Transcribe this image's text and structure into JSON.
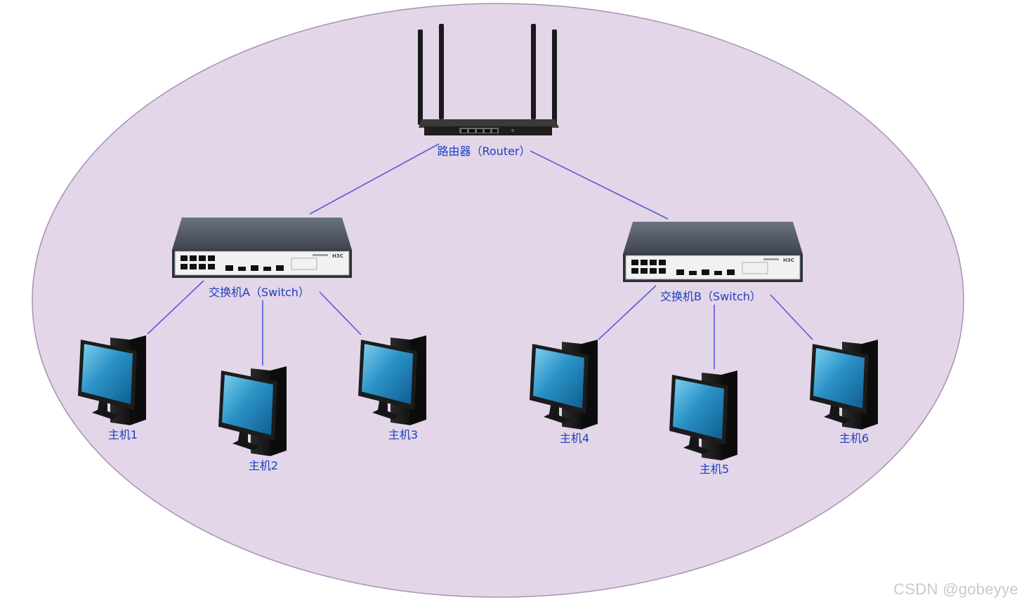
{
  "diagram": {
    "colors": {
      "network_fill": "#e2d6e8",
      "network_border": "#a890b4",
      "link": "#5a5ad8",
      "label": "#1f3fbf"
    },
    "router": {
      "label": "路由器（Router）",
      "icon": "wifi-router-icon"
    },
    "switches": [
      {
        "id": "switch-a",
        "label": "交换机A（Switch）",
        "icon": "network-switch-icon",
        "brand": "H3C"
      },
      {
        "id": "switch-b",
        "label": "交换机B（Switch）",
        "icon": "network-switch-icon",
        "brand": "H3C"
      }
    ],
    "hosts": [
      {
        "id": "host-1",
        "label": "主机1",
        "switch": "switch-a",
        "icon": "desktop-computer-icon"
      },
      {
        "id": "host-2",
        "label": "主机2",
        "switch": "switch-a",
        "icon": "desktop-computer-icon"
      },
      {
        "id": "host-3",
        "label": "主机3",
        "switch": "switch-a",
        "icon": "desktop-computer-icon"
      },
      {
        "id": "host-4",
        "label": "主机4",
        "switch": "switch-b",
        "icon": "desktop-computer-icon"
      },
      {
        "id": "host-5",
        "label": "主机5",
        "switch": "switch-b",
        "icon": "desktop-computer-icon"
      },
      {
        "id": "host-6",
        "label": "主机6",
        "switch": "switch-b",
        "icon": "desktop-computer-icon"
      }
    ],
    "connections": [
      {
        "from": "router",
        "to": "switch-a"
      },
      {
        "from": "router",
        "to": "switch-b"
      },
      {
        "from": "switch-a",
        "to": "host-1"
      },
      {
        "from": "switch-a",
        "to": "host-2"
      },
      {
        "from": "switch-a",
        "to": "host-3"
      },
      {
        "from": "switch-b",
        "to": "host-4"
      },
      {
        "from": "switch-b",
        "to": "host-5"
      },
      {
        "from": "switch-b",
        "to": "host-6"
      }
    ]
  },
  "watermark": "CSDN @gobeyye"
}
